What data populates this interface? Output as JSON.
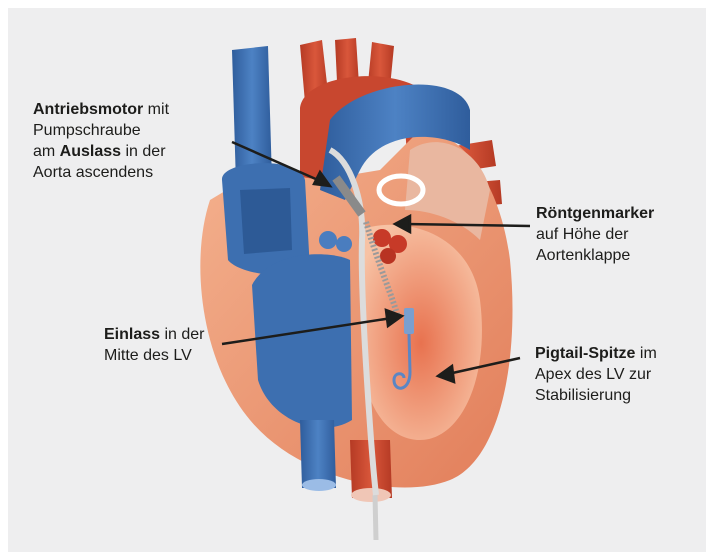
{
  "labels": {
    "motor": {
      "line1_bold": "Antriebsmotor",
      "line1_rest": " mit",
      "line2": "Pumpschraube",
      "line3_pre": "am ",
      "line3_bold": "Auslass",
      "line3_rest": " in der",
      "line4": "Aorta ascendens"
    },
    "marker": {
      "line1_bold": "Röntgenmarker",
      "line2": "auf Höhe der",
      "line3": "Aortenklappe"
    },
    "inlet": {
      "line1_bold": "Einlass",
      "line1_rest": " in der",
      "line2": "Mitte des LV"
    },
    "pigtail": {
      "line1_bold": "Pigtail-Spitze",
      "line1_rest": " im",
      "line2": "Apex des LV zur",
      "line3": "Stabilisierung"
    }
  },
  "colors": {
    "background": "#eeeeef",
    "vein_blue": "#3d6fb0",
    "artery_red": "#c8472f",
    "myocardium": "#efa07c",
    "chamber_inner": "#f7c7ad",
    "arrow": "#1d1d1b"
  }
}
